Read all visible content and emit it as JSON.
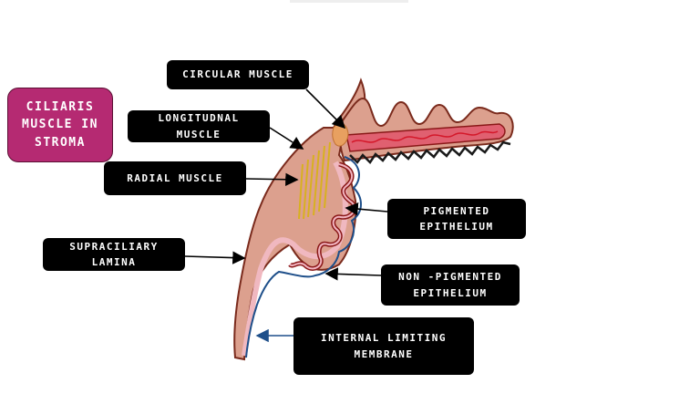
{
  "title": "CILIARIS\nMUSCLE IN\nSTROMA",
  "labels": {
    "circular_muscle": "CIRCULAR MUSCLE",
    "longitudinal_muscle": "LONGITUDNAL\nMUSCLE",
    "radial_muscle": "RADIAL MUSCLE",
    "supraciliary_lamina": "SUPRACILIARY\nLAMINA",
    "pigmented_epithelium": "PIGMENTED\nEPITHELIUM",
    "non_pigmented_epithelium": "NON -PIGMENTED\nEPITHELIUM",
    "internal_limiting_membrane": "INTERNAL LIMITING\nMEMBRANE"
  },
  "colors": {
    "title_box": "#b52a72",
    "label_box": "#000000",
    "label_text": "#ffffff",
    "tissue": "#dca08e",
    "tissue_outline": "#7a2a1c",
    "circular_muscle_fill": "#e06070",
    "vessel": "#d4182a",
    "pigmented_layer": "#8a1818",
    "radial_muscle": "#d8b020",
    "membrane": "#1e4f8a"
  }
}
